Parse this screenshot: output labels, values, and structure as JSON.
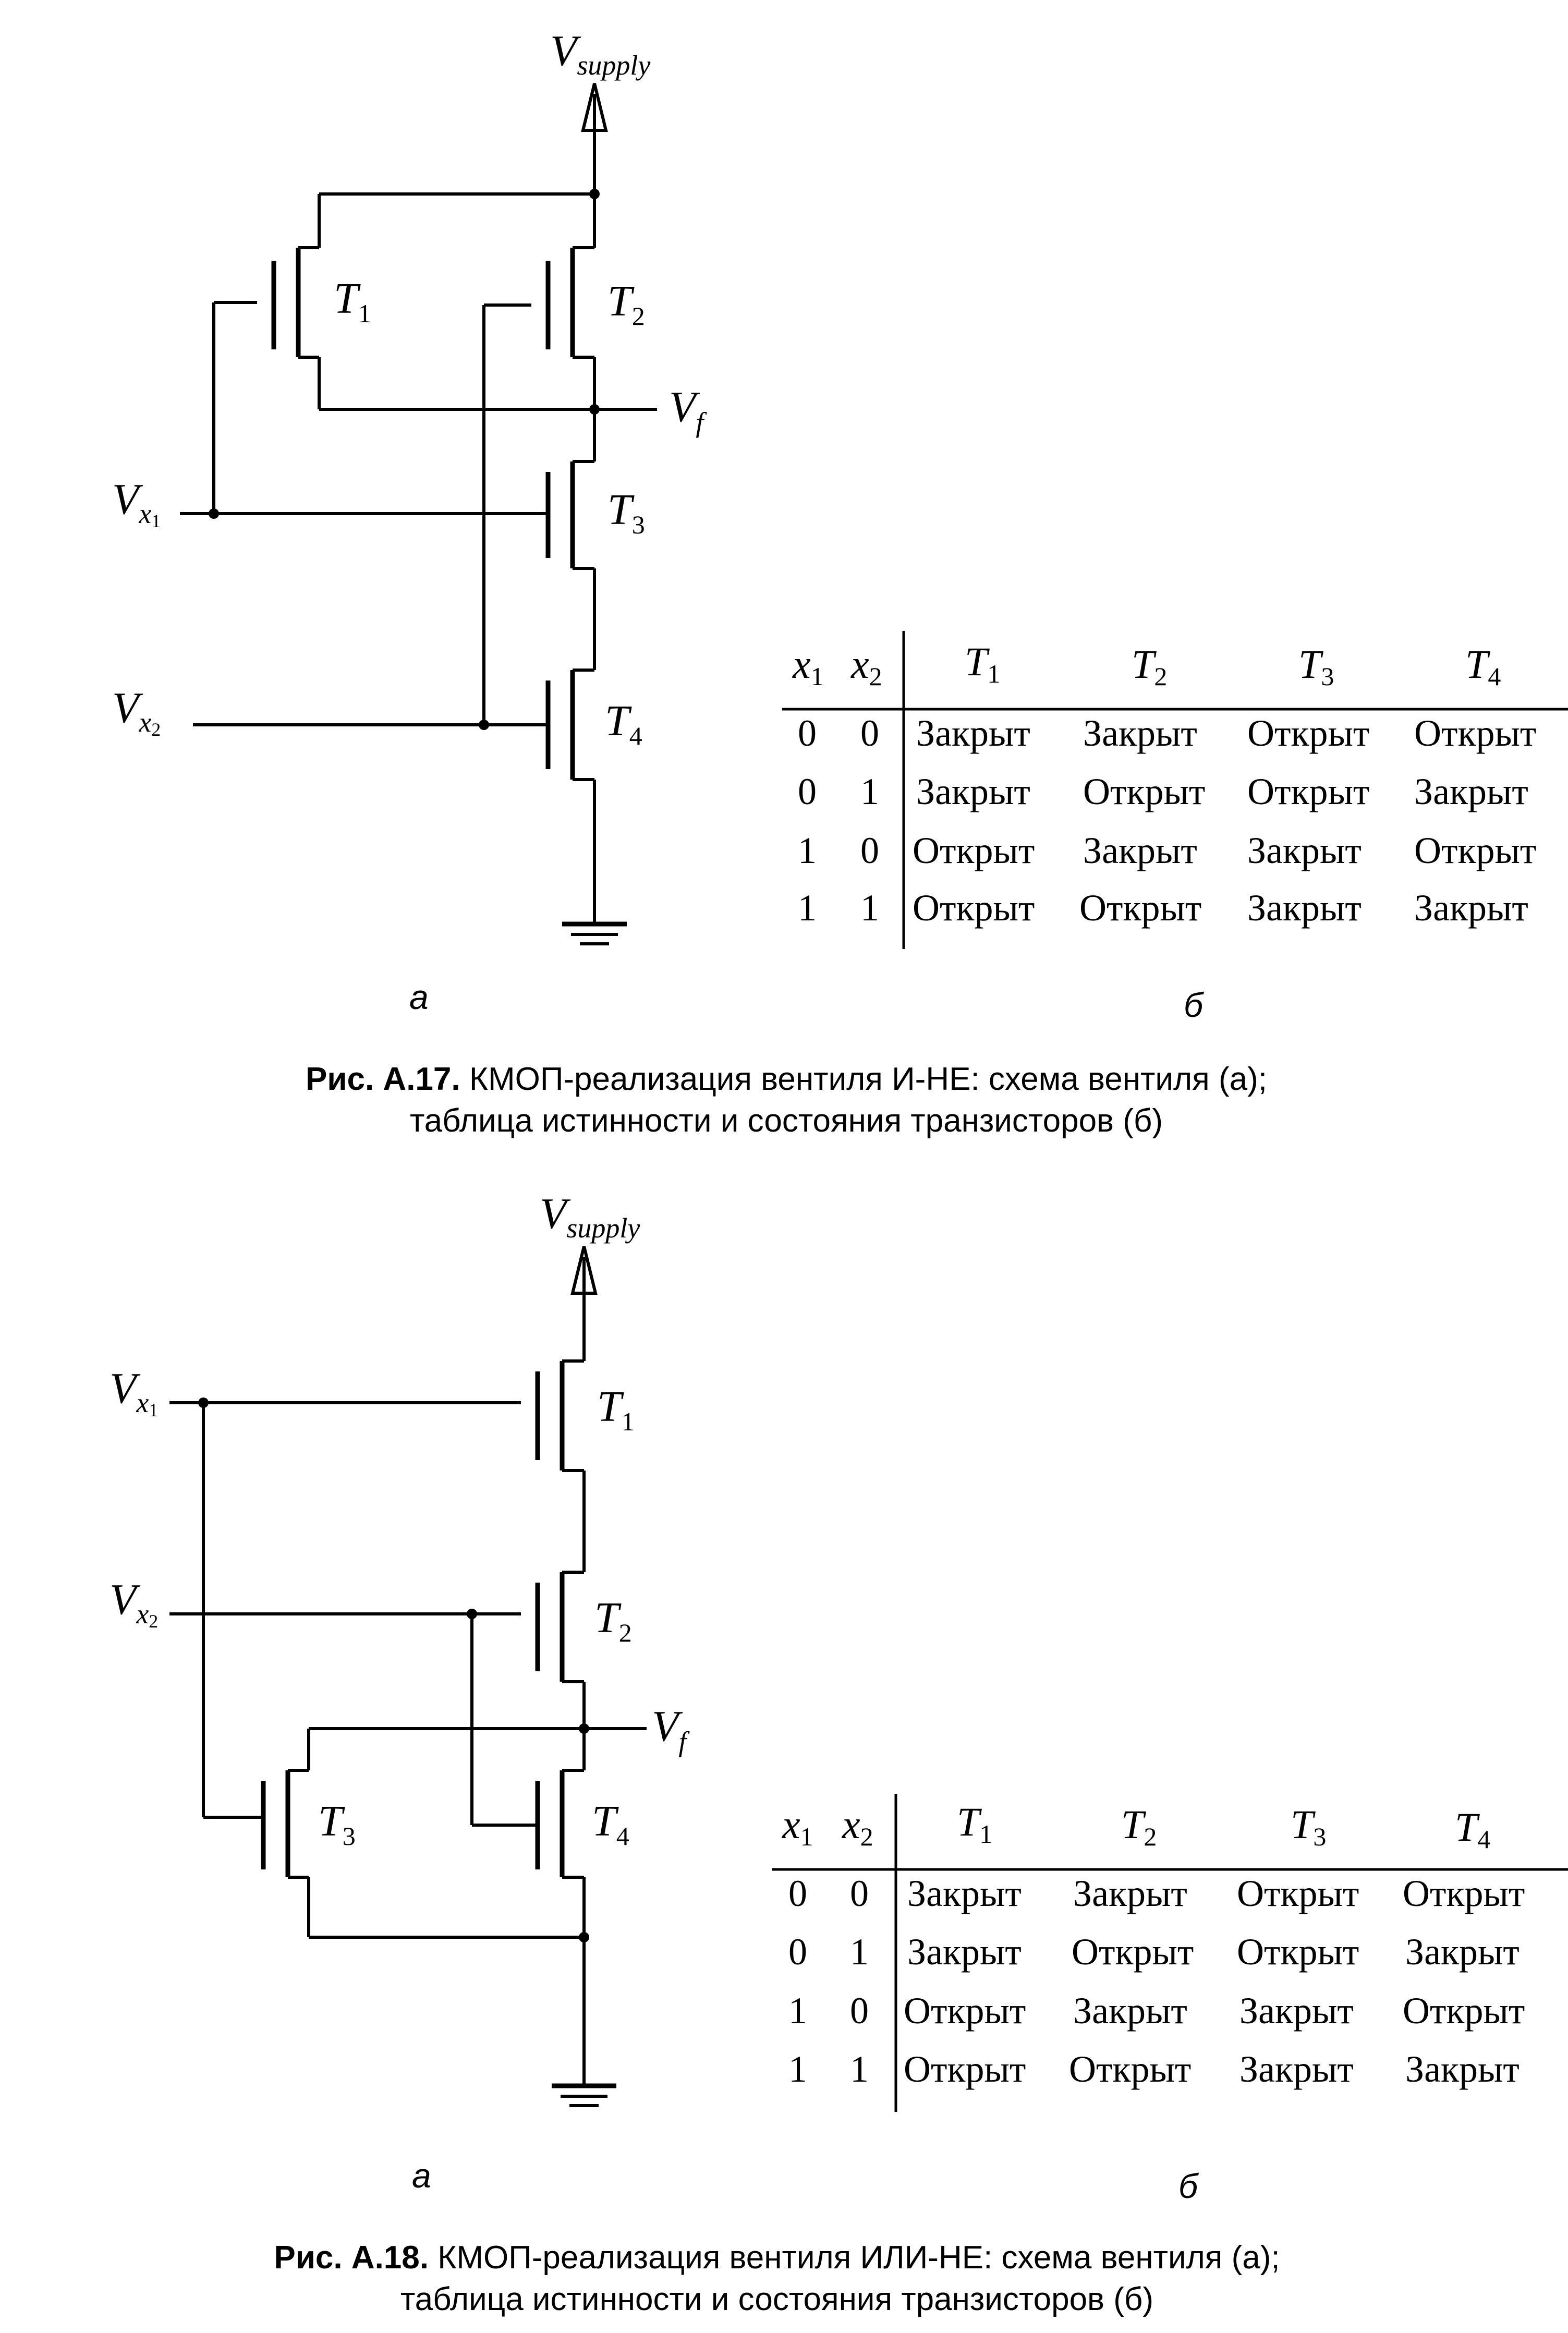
{
  "figure1": {
    "supply_label": "V",
    "supply_sub": "supply",
    "output_label": "V",
    "output_sub": "f",
    "input1_label": "V",
    "input1_sub": "x",
    "input1_subsub": "1",
    "input2_label": "V",
    "input2_sub": "x",
    "input2_subsub": "2",
    "transistors": [
      {
        "name": "T",
        "index": "1"
      },
      {
        "name": "T",
        "index": "2"
      },
      {
        "name": "T",
        "index": "3"
      },
      {
        "name": "T",
        "index": "4"
      }
    ],
    "table": {
      "headers": [
        {
          "name": "x",
          "index": "1"
        },
        {
          "name": "x",
          "index": "2"
        },
        {
          "name": "T",
          "index": "1"
        },
        {
          "name": "T",
          "index": "2"
        },
        {
          "name": "T",
          "index": "3"
        },
        {
          "name": "T",
          "index": "4"
        }
      ],
      "rows": [
        [
          "0",
          "0",
          "Закрыт",
          "Закрыт",
          "Открыт",
          "Открыт"
        ],
        [
          "0",
          "1",
          "Закрыт",
          "Открыт",
          "Открыт",
          "Закрыт"
        ],
        [
          "1",
          "0",
          "Открыт",
          "Закрыт",
          "Закрыт",
          "Открыт"
        ],
        [
          "1",
          "1",
          "Открыт",
          "Открыт",
          "Закрыт",
          "Закрыт"
        ]
      ]
    },
    "part_a": "а",
    "part_b": "б",
    "caption_bold": "Рис. А.17.",
    "caption_line1": " КМОП-реализация вентиля И-НЕ: схема вентиля (а);",
    "caption_line2": "таблица истинности и состояния транзисторов (б)"
  },
  "figure2": {
    "supply_label": "V",
    "supply_sub": "supply",
    "output_label": "V",
    "output_sub": "f",
    "input1_label": "V",
    "input1_sub": "x",
    "input1_subsub": "1",
    "input2_label": "V",
    "input2_sub": "x",
    "input2_subsub": "2",
    "transistors": [
      {
        "name": "T",
        "index": "1"
      },
      {
        "name": "T",
        "index": "2"
      },
      {
        "name": "T",
        "index": "3"
      },
      {
        "name": "T",
        "index": "4"
      }
    ],
    "table": {
      "headers": [
        {
          "name": "x",
          "index": "1"
        },
        {
          "name": "x",
          "index": "2"
        },
        {
          "name": "T",
          "index": "1"
        },
        {
          "name": "T",
          "index": "2"
        },
        {
          "name": "T",
          "index": "3"
        },
        {
          "name": "T",
          "index": "4"
        }
      ],
      "rows": [
        [
          "0",
          "0",
          "Закрыт",
          "Закрыт",
          "Открыт",
          "Открыт"
        ],
        [
          "0",
          "1",
          "Закрыт",
          "Открыт",
          "Открыт",
          "Закрыт"
        ],
        [
          "1",
          "0",
          "Открыт",
          "Закрыт",
          "Закрыт",
          "Открыт"
        ],
        [
          "1",
          "1",
          "Открыт",
          "Открыт",
          "Закрыт",
          "Закрыт"
        ]
      ]
    },
    "part_a": "а",
    "part_b": "б",
    "caption_bold": "Рис. А.18.",
    "caption_line1": " КМОП-реализация вентиля ИЛИ-НЕ: схема вентиля (а);",
    "caption_line2": "таблица истинности и состояния транзисторов (б)"
  }
}
